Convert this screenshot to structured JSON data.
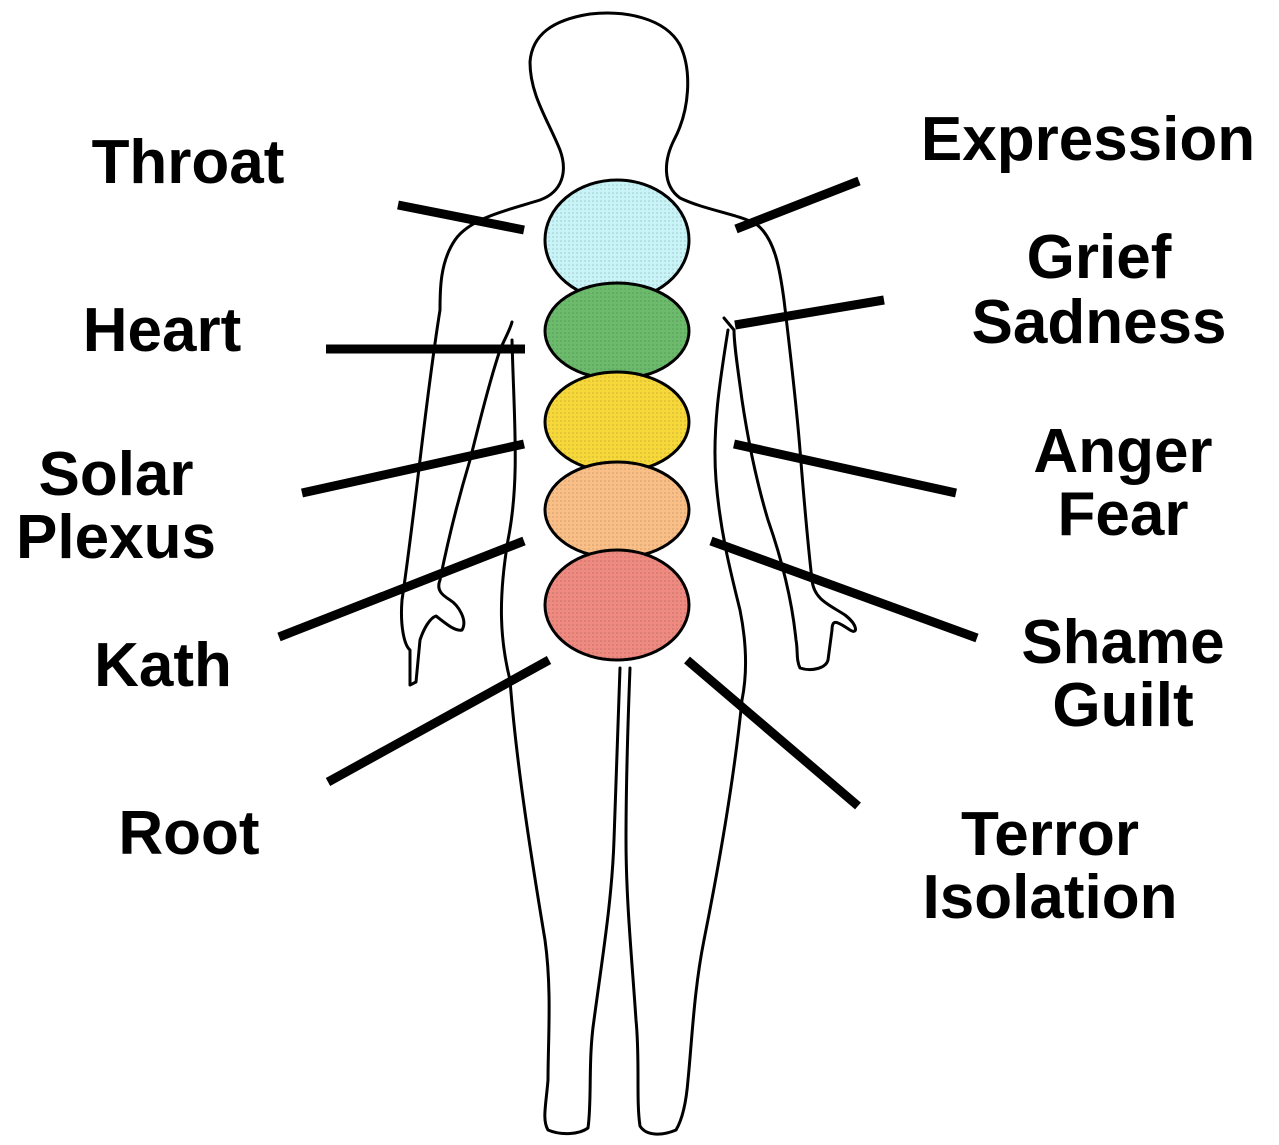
{
  "chakras": [
    {
      "label": "Throat",
      "emotion_lines": [
        "Expression"
      ],
      "color": "#c8f4f8"
    },
    {
      "label": "Heart",
      "emotion_lines": [
        "Grief",
        "Sadness"
      ],
      "color": "#6cbb6c"
    },
    {
      "label": "Solar Plexus",
      "label_lines": [
        "Solar",
        "Plexus"
      ],
      "emotion_lines": [
        "Anger",
        "Fear"
      ],
      "color": "#f7d83a"
    },
    {
      "label": "Kath",
      "emotion_lines": [
        "Shame",
        "Guilt"
      ],
      "color": "#f9bf87"
    },
    {
      "label": "Root",
      "emotion_lines": [
        "Terror",
        "Isolation"
      ],
      "color": "#ee8a80"
    }
  ],
  "figure": {
    "subject": "human-body-outline",
    "outline_color": "#000000"
  }
}
